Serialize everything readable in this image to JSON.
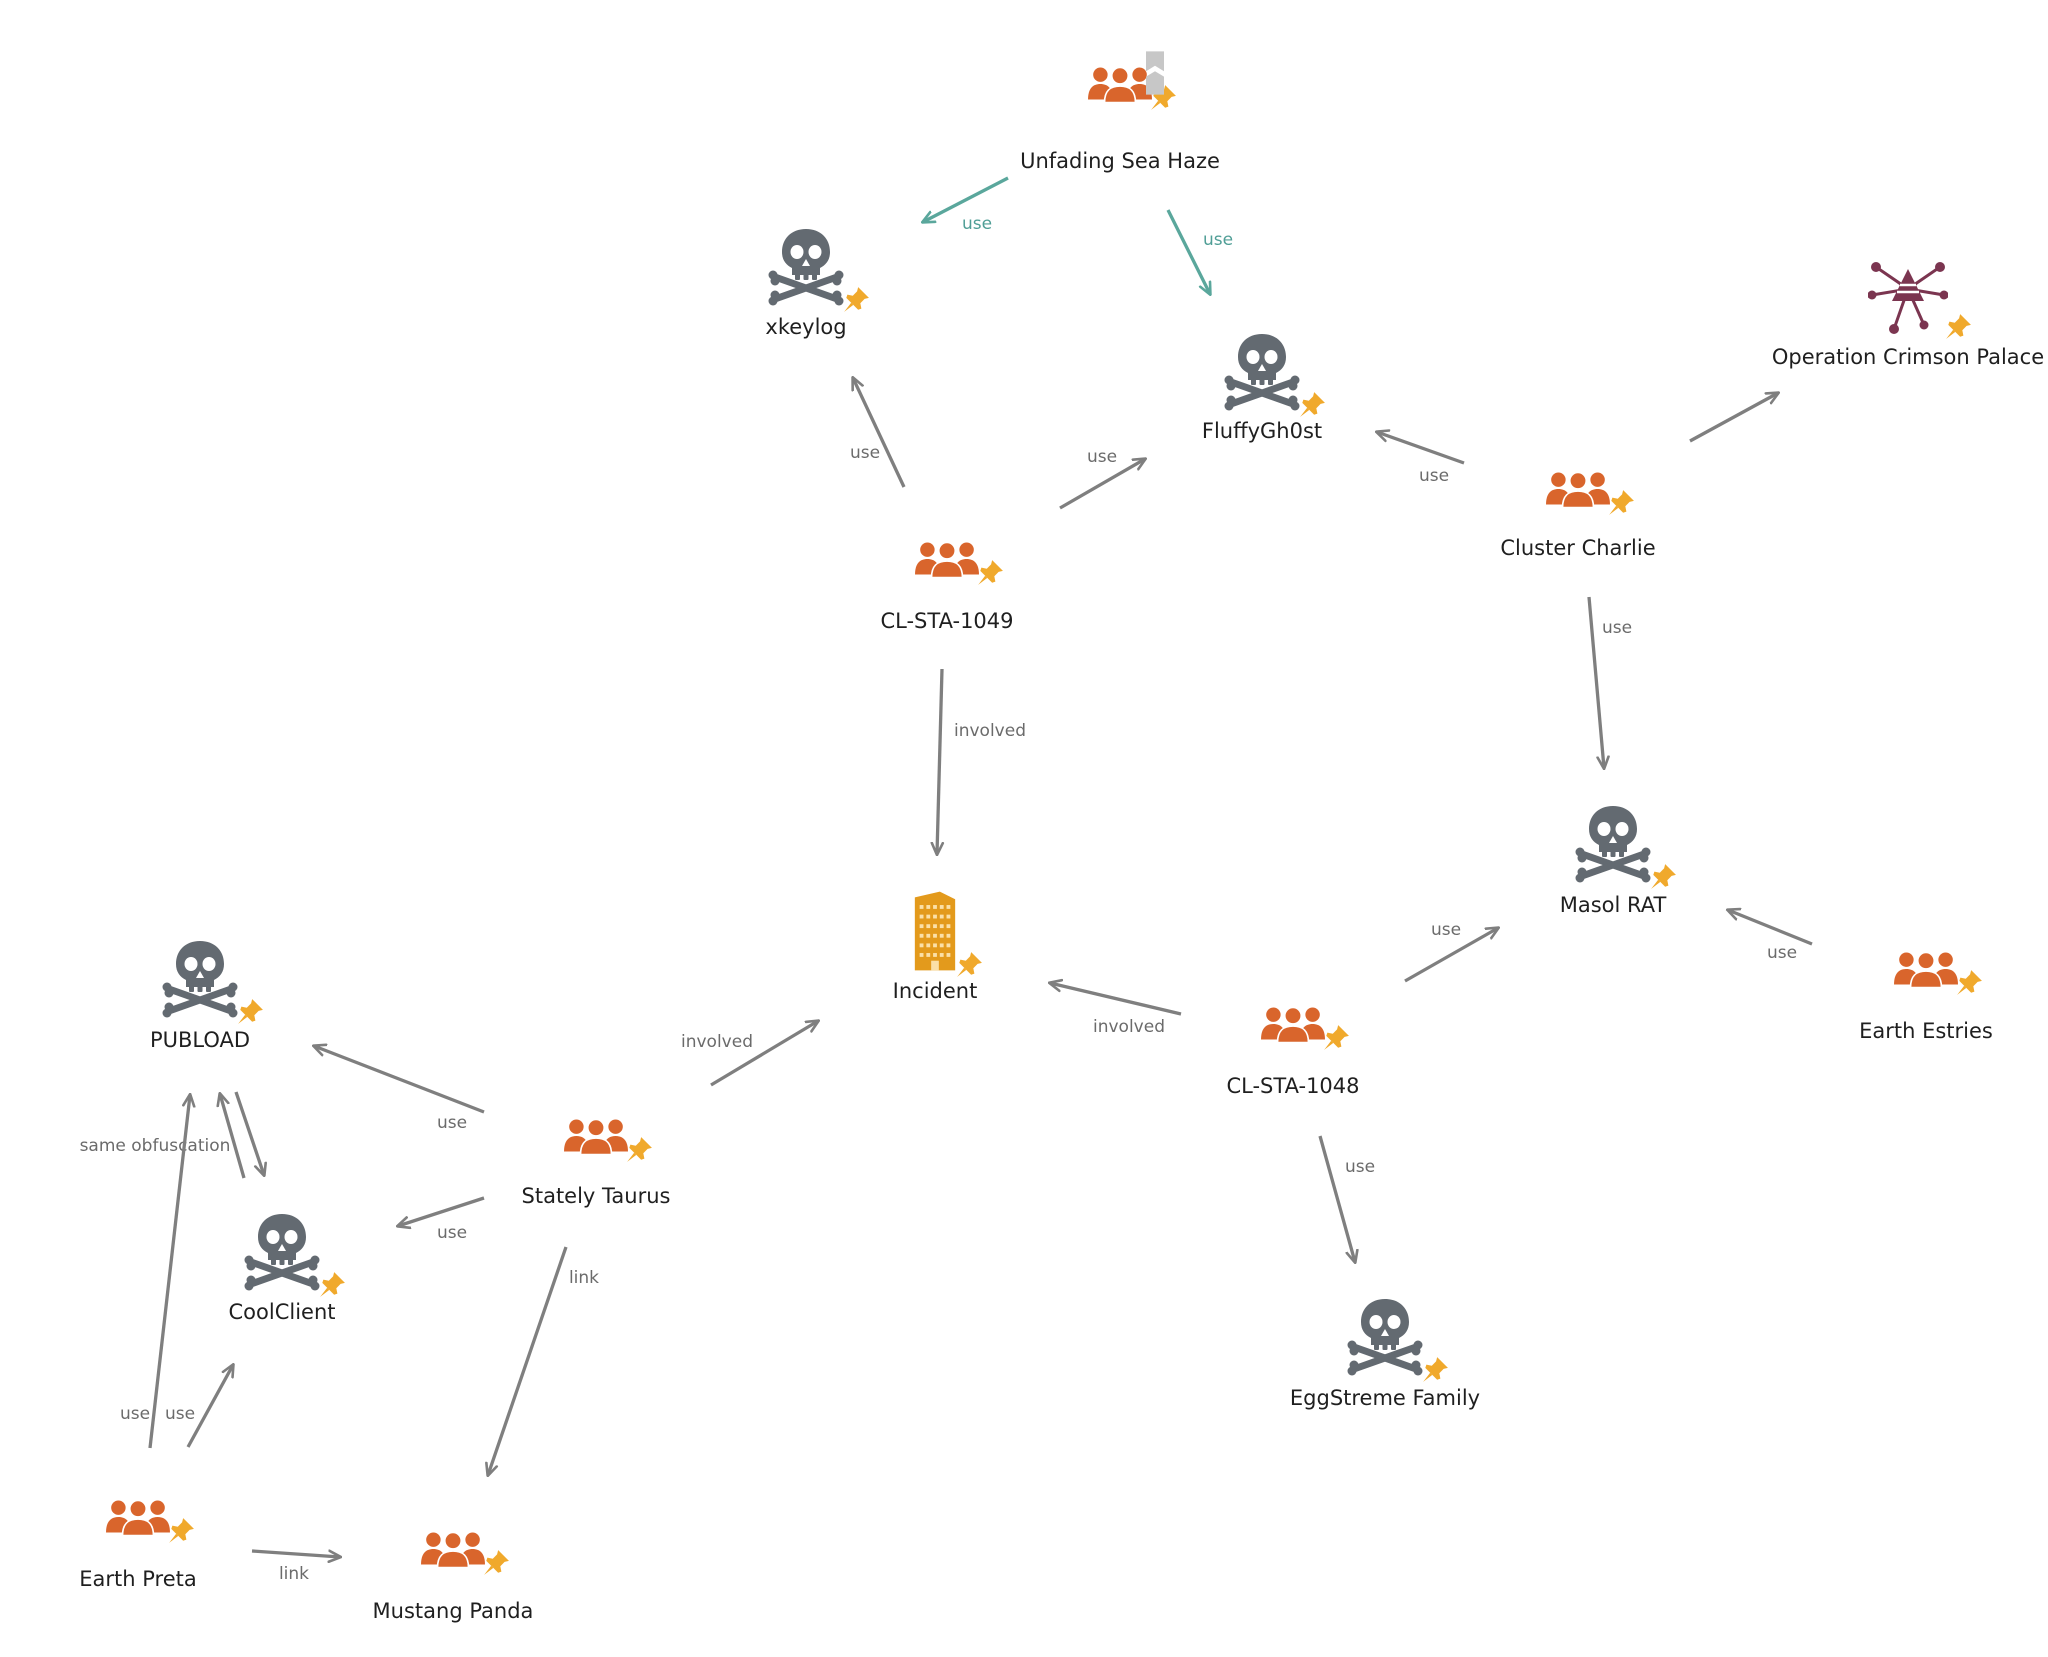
{
  "colors": {
    "edge": "#7f7f7f",
    "edge_highlight": "#5aa79c",
    "group_icon": "#d9652c",
    "malware_icon": "#636a71",
    "incident_icon": "#e39a1c",
    "campaign_icon": "#7b3550",
    "pin": "#f0a92c",
    "bookmark": "#c7c7c7"
  },
  "nodes": [
    {
      "id": "unfading",
      "label": "Unfading Sea Haze",
      "icon": "group-icon",
      "bookmark": true
    },
    {
      "id": "xkeylog",
      "label": "xkeylog",
      "icon": "skull-icon"
    },
    {
      "id": "fluffy",
      "label": "FluffyGh0st",
      "icon": "skull-icon"
    },
    {
      "id": "crimson",
      "label": "Operation Crimson Palace",
      "icon": "campaign-icon"
    },
    {
      "id": "charlie",
      "label": "Cluster Charlie",
      "icon": "group-icon"
    },
    {
      "id": "cl1049",
      "label": "CL-STA-1049",
      "icon": "group-icon"
    },
    {
      "id": "masol",
      "label": "Masol RAT",
      "icon": "skull-icon"
    },
    {
      "id": "incident",
      "label": "Incident",
      "icon": "building-icon"
    },
    {
      "id": "pubload",
      "label": "PUBLOAD",
      "icon": "skull-icon"
    },
    {
      "id": "estries",
      "label": "Earth Estries",
      "icon": "group-icon"
    },
    {
      "id": "cl1048",
      "label": "CL-STA-1048",
      "icon": "group-icon"
    },
    {
      "id": "stately",
      "label": "Stately Taurus",
      "icon": "group-icon"
    },
    {
      "id": "coolclient",
      "label": "CoolClient",
      "icon": "skull-icon"
    },
    {
      "id": "eggstreme",
      "label": "EggStreme Family",
      "icon": "skull-icon"
    },
    {
      "id": "preta",
      "label": "Earth Preta",
      "icon": "group-icon"
    },
    {
      "id": "mustang",
      "label": "Mustang Panda",
      "icon": "group-icon"
    }
  ],
  "edges": [
    {
      "from": "unfading",
      "to": "xkeylog",
      "label": "use",
      "highlight": true
    },
    {
      "from": "unfading",
      "to": "fluffy",
      "label": "use",
      "highlight": true
    },
    {
      "from": "cl1049",
      "to": "xkeylog",
      "label": "use"
    },
    {
      "from": "cl1049",
      "to": "fluffy",
      "label": "use"
    },
    {
      "from": "charlie",
      "to": "fluffy",
      "label": "use"
    },
    {
      "from": "charlie",
      "to": "crimson",
      "label": ""
    },
    {
      "from": "charlie",
      "to": "masol",
      "label": "use"
    },
    {
      "from": "cl1049",
      "to": "incident",
      "label": "involved"
    },
    {
      "from": "cl1048",
      "to": "masol",
      "label": "use"
    },
    {
      "from": "estries",
      "to": "masol",
      "label": "use"
    },
    {
      "from": "cl1048",
      "to": "incident",
      "label": "involved"
    },
    {
      "from": "cl1048",
      "to": "eggstreme",
      "label": "use"
    },
    {
      "from": "stately",
      "to": "incident",
      "label": "involved"
    },
    {
      "from": "stately",
      "to": "pubload",
      "label": "use"
    },
    {
      "from": "stately",
      "to": "coolclient",
      "label": "use"
    },
    {
      "from": "stately",
      "to": "mustang",
      "label": "link"
    },
    {
      "from": "pubload",
      "to": "coolclient",
      "label": ""
    },
    {
      "from": "coolclient",
      "to": "pubload",
      "label": "same obfuscation"
    },
    {
      "from": "preta",
      "to": "pubload",
      "label": "use"
    },
    {
      "from": "preta",
      "to": "coolclient",
      "label": "use"
    },
    {
      "from": "preta",
      "to": "mustang",
      "label": "link"
    }
  ]
}
